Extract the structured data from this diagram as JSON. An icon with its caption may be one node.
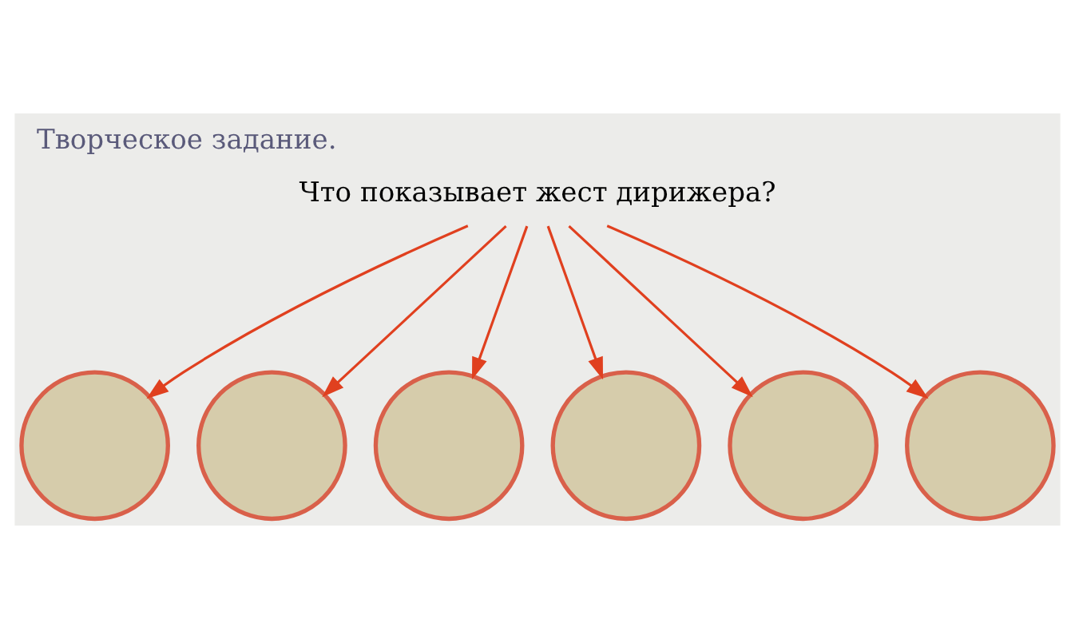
{
  "diagram": {
    "title": "Творческое задание.",
    "nodes": [
      {
        "text": [
          "Что показывает жест дирижера?"
        ]
      },
      {
        "text": [],
        "shape": "circle"
      },
      {
        "text": [],
        "shape": "circle"
      },
      {
        "text": [],
        "shape": "circle"
      },
      {
        "text": [],
        "shape": "circle"
      },
      {
        "text": [],
        "shape": "circle"
      },
      {
        "text": [],
        "shape": "circle"
      }
    ],
    "edges": [
      {
        "from": 0,
        "to": 1,
        "arrow": "to"
      },
      {
        "from": 0,
        "to": 2,
        "arrow": "to"
      },
      {
        "from": 0,
        "to": 3,
        "arrow": "to"
      },
      {
        "from": 0,
        "to": 4,
        "arrow": "to"
      },
      {
        "from": 0,
        "to": 5,
        "arrow": "to"
      },
      {
        "from": 0,
        "to": 6,
        "arrow": "to"
      }
    ]
  }
}
